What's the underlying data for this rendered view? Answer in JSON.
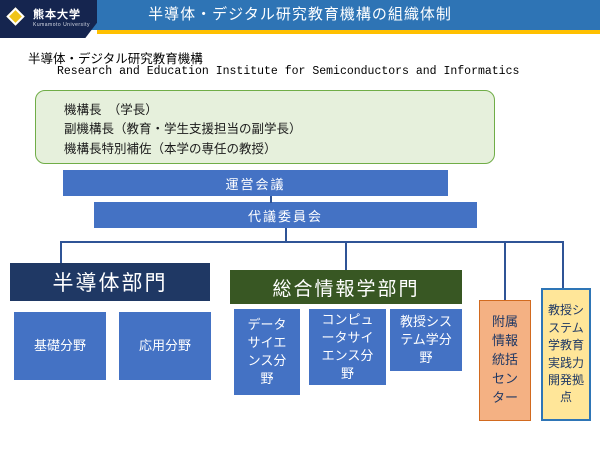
{
  "header": {
    "title": "半導体・デジタル研究教育機構の組織体制",
    "university": "熊本大学",
    "university_en": "Kumamoto University"
  },
  "intro": {
    "name_jp": "半導体・デジタル研究教育機構",
    "name_en": "Research and Education Institute for Semiconductors and Informatics"
  },
  "leadership": {
    "lines": [
      "機構長　（学長）",
      "副機構長（教育・学生支援担当の副学長）",
      "機構長特別補佐（本学の専任の教授）"
    ]
  },
  "councils": {
    "steering": "運営会議",
    "delegates": "代議委員会"
  },
  "semiconductor_division": {
    "title": "半導体部門",
    "fields": [
      "基礎分野",
      "応用分野"
    ]
  },
  "informatics_division": {
    "title": "総合情報学部門",
    "fields": [
      "データサイエンス分野",
      "コンピュータサイエンス分野",
      "教授システム学分野"
    ]
  },
  "affiliated_center": {
    "label": "附属情報統括センター"
  },
  "practice_base": {
    "label": "教授システム学教育実践力開発拠点"
  },
  "colors": {
    "header_blue": "#2E74B5",
    "accent_yellow": "#FFC000",
    "navy": "#1F3864",
    "bar_blue": "#4472C4",
    "dark_green": "#385723",
    "light_green_fill": "#E6F0DC",
    "green_border": "#70AD47",
    "orange_fill": "#F4B183",
    "yellow_fill": "#FFE699",
    "yellow_border": "#2E75B6"
  }
}
